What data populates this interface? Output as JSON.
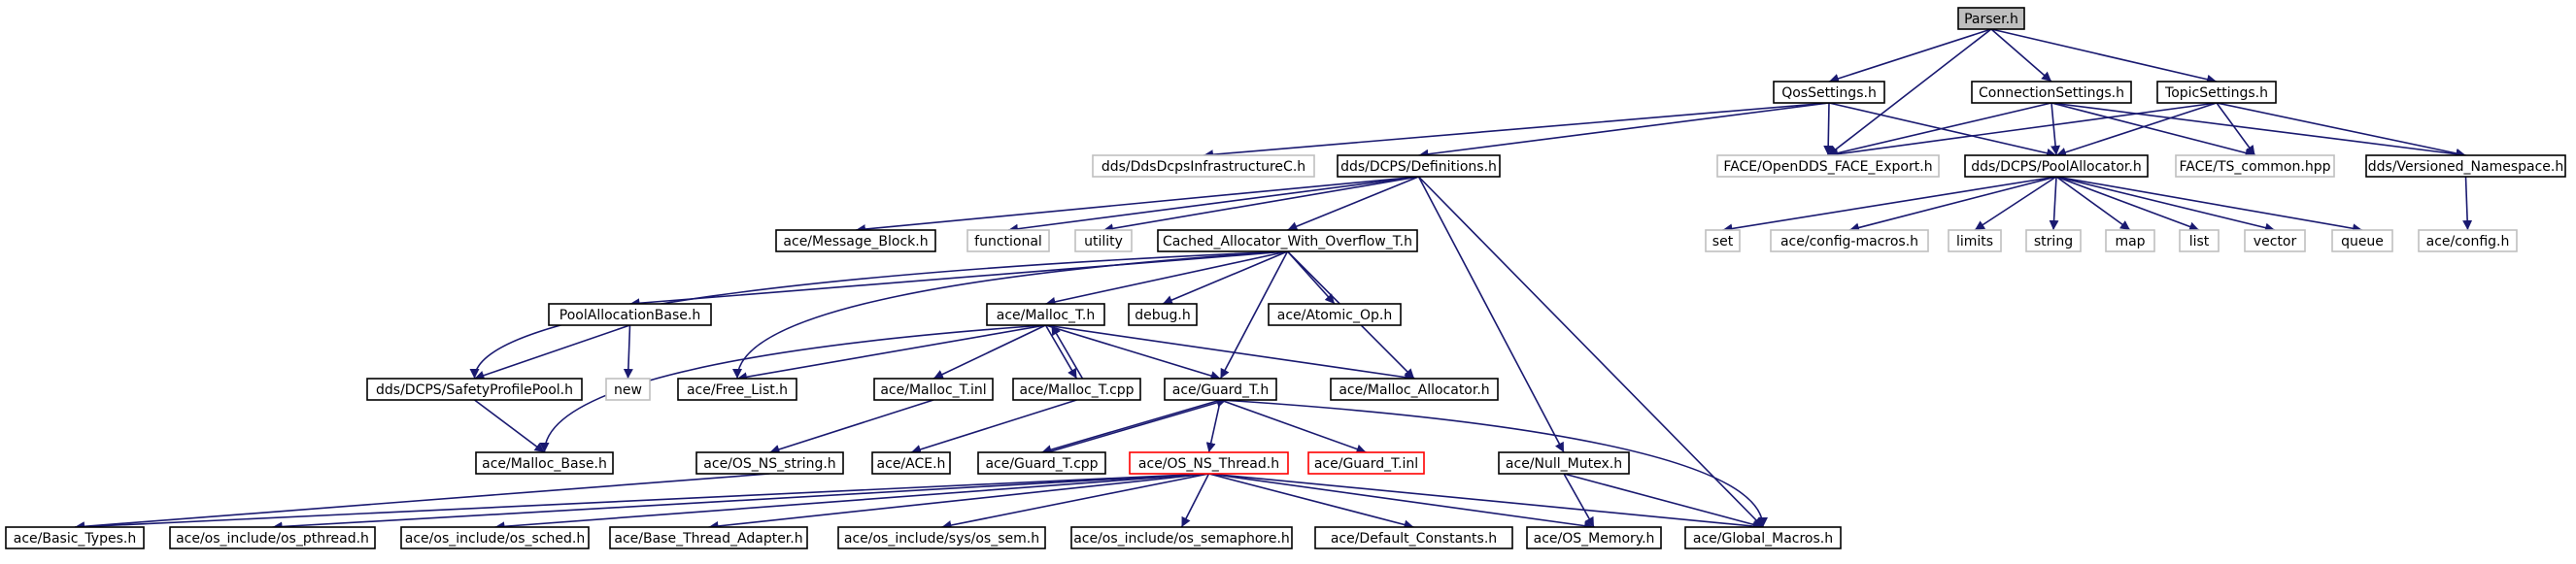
{
  "colors": {
    "edge": "#191970",
    "root_fill": "#bfbfbf",
    "normal_border": "#000000",
    "external_border": "#bfbfbf",
    "highlight_border": "#ff0000",
    "background": "#ffffff"
  },
  "nodes": [
    {
      "id": "parser",
      "label": "Parser.h",
      "style": "root"
    },
    {
      "id": "qos",
      "label": "QosSettings.h",
      "style": "normal"
    },
    {
      "id": "conn",
      "label": "ConnectionSettings.h",
      "style": "normal"
    },
    {
      "id": "topic",
      "label": "TopicSettings.h",
      "style": "normal"
    },
    {
      "id": "infra",
      "label": "dds/DdsDcpsInfrastructureC.h",
      "style": "external"
    },
    {
      "id": "defs",
      "label": "dds/DCPS/Definitions.h",
      "style": "normal"
    },
    {
      "id": "face_export",
      "label": "FACE/OpenDDS_FACE_Export.h",
      "style": "external"
    },
    {
      "id": "pool_alloc",
      "label": "dds/DCPS/PoolAllocator.h",
      "style": "normal"
    },
    {
      "id": "ts_common",
      "label": "FACE/TS_common.hpp",
      "style": "external"
    },
    {
      "id": "versioned_ns",
      "label": "dds/Versioned_Namespace.h",
      "style": "normal"
    },
    {
      "id": "msg_block",
      "label": "ace/Message_Block.h",
      "style": "normal"
    },
    {
      "id": "functional",
      "label": "functional",
      "style": "external"
    },
    {
      "id": "utility",
      "label": "utility",
      "style": "external"
    },
    {
      "id": "cached_alloc",
      "label": "Cached_Allocator_With_Overflow_T.h",
      "style": "normal"
    },
    {
      "id": "set",
      "label": "set",
      "style": "external"
    },
    {
      "id": "config_macros",
      "label": "ace/config-macros.h",
      "style": "external"
    },
    {
      "id": "limits",
      "label": "limits",
      "style": "external"
    },
    {
      "id": "string",
      "label": "string",
      "style": "external"
    },
    {
      "id": "map",
      "label": "map",
      "style": "external"
    },
    {
      "id": "list",
      "label": "list",
      "style": "external"
    },
    {
      "id": "vector",
      "label": "vector",
      "style": "external"
    },
    {
      "id": "queue",
      "label": "queue",
      "style": "external"
    },
    {
      "id": "config",
      "label": "ace/config.h",
      "style": "external"
    },
    {
      "id": "pool_alloc_base",
      "label": "PoolAllocationBase.h",
      "style": "normal"
    },
    {
      "id": "malloc_t_h",
      "label": "ace/Malloc_T.h",
      "style": "normal"
    },
    {
      "id": "debug",
      "label": "debug.h",
      "style": "normal"
    },
    {
      "id": "atomic_op",
      "label": "ace/Atomic_Op.h",
      "style": "normal"
    },
    {
      "id": "safety_pool",
      "label": "dds/DCPS/SafetyProfilePool.h",
      "style": "normal"
    },
    {
      "id": "new",
      "label": "new",
      "style": "external"
    },
    {
      "id": "free_list",
      "label": "ace/Free_List.h",
      "style": "normal"
    },
    {
      "id": "malloc_t_inl",
      "label": "ace/Malloc_T.inl",
      "style": "normal"
    },
    {
      "id": "malloc_t_cpp",
      "label": "ace/Malloc_T.cpp",
      "style": "normal"
    },
    {
      "id": "guard_t_h",
      "label": "ace/Guard_T.h",
      "style": "normal"
    },
    {
      "id": "malloc_allocator",
      "label": "ace/Malloc_Allocator.h",
      "style": "normal"
    },
    {
      "id": "null_mutex",
      "label": "ace/Null_Mutex.h",
      "style": "normal"
    },
    {
      "id": "malloc_base",
      "label": "ace/Malloc_Base.h",
      "style": "normal"
    },
    {
      "id": "os_ns_string",
      "label": "ace/OS_NS_string.h",
      "style": "normal"
    },
    {
      "id": "ace_h",
      "label": "ace/ACE.h",
      "style": "normal"
    },
    {
      "id": "guard_t_cpp",
      "label": "ace/Guard_T.cpp",
      "style": "normal"
    },
    {
      "id": "os_ns_thread",
      "label": "ace/OS_NS_Thread.h",
      "style": "highlight"
    },
    {
      "id": "guard_t_inl",
      "label": "ace/Guard_T.inl",
      "style": "highlight"
    },
    {
      "id": "basic_types",
      "label": "ace/Basic_Types.h",
      "style": "normal"
    },
    {
      "id": "os_pthread",
      "label": "ace/os_include/os_pthread.h",
      "style": "normal"
    },
    {
      "id": "os_sched",
      "label": "ace/os_include/os_sched.h",
      "style": "normal"
    },
    {
      "id": "base_thread_adapter",
      "label": "ace/Base_Thread_Adapter.h",
      "style": "normal"
    },
    {
      "id": "os_sem",
      "label": "ace/os_include/sys/os_sem.h",
      "style": "normal"
    },
    {
      "id": "os_semaphore",
      "label": "ace/os_include/os_semaphore.h",
      "style": "normal"
    },
    {
      "id": "default_constants",
      "label": "ace/Default_Constants.h",
      "style": "normal"
    },
    {
      "id": "os_memory",
      "label": "ace/OS_Memory.h",
      "style": "normal"
    },
    {
      "id": "global_macros",
      "label": "ace/Global_Macros.h",
      "style": "normal"
    }
  ],
  "edges": [
    [
      "parser",
      "qos"
    ],
    [
      "parser",
      "face_export"
    ],
    [
      "parser",
      "conn"
    ],
    [
      "parser",
      "topic"
    ],
    [
      "qos",
      "infra"
    ],
    [
      "qos",
      "defs"
    ],
    [
      "qos",
      "face_export"
    ],
    [
      "qos",
      "pool_alloc"
    ],
    [
      "conn",
      "face_export"
    ],
    [
      "conn",
      "pool_alloc"
    ],
    [
      "conn",
      "ts_common"
    ],
    [
      "conn",
      "versioned_ns"
    ],
    [
      "topic",
      "face_export"
    ],
    [
      "topic",
      "pool_alloc"
    ],
    [
      "topic",
      "ts_common"
    ],
    [
      "topic",
      "versioned_ns"
    ],
    [
      "defs",
      "msg_block"
    ],
    [
      "defs",
      "functional"
    ],
    [
      "defs",
      "utility"
    ],
    [
      "defs",
      "cached_alloc"
    ],
    [
      "defs",
      "null_mutex"
    ],
    [
      "defs",
      "global_macros"
    ],
    [
      "pool_alloc",
      "set"
    ],
    [
      "pool_alloc",
      "config_macros"
    ],
    [
      "pool_alloc",
      "limits"
    ],
    [
      "pool_alloc",
      "string"
    ],
    [
      "pool_alloc",
      "map"
    ],
    [
      "pool_alloc",
      "list"
    ],
    [
      "pool_alloc",
      "vector"
    ],
    [
      "pool_alloc",
      "queue"
    ],
    [
      "versioned_ns",
      "config"
    ],
    [
      "cached_alloc",
      "pool_alloc_base"
    ],
    [
      "cached_alloc",
      "safety_pool"
    ],
    [
      "cached_alloc",
      "free_list"
    ],
    [
      "cached_alloc",
      "malloc_t_h"
    ],
    [
      "cached_alloc",
      "debug"
    ],
    [
      "cached_alloc",
      "atomic_op"
    ],
    [
      "cached_alloc",
      "guard_t_h"
    ],
    [
      "cached_alloc",
      "malloc_allocator"
    ],
    [
      "pool_alloc_base",
      "safety_pool"
    ],
    [
      "pool_alloc_base",
      "new"
    ],
    [
      "malloc_t_h",
      "free_list"
    ],
    [
      "malloc_t_h",
      "malloc_base"
    ],
    [
      "malloc_t_h",
      "malloc_t_inl"
    ],
    [
      "malloc_t_h",
      "malloc_t_cpp"
    ],
    [
      "malloc_t_h",
      "guard_t_h"
    ],
    [
      "malloc_t_h",
      "malloc_allocator"
    ],
    [
      "malloc_t_cpp",
      "malloc_t_h"
    ],
    [
      "malloc_t_cpp",
      "ace_h"
    ],
    [
      "safety_pool",
      "malloc_base"
    ],
    [
      "malloc_t_inl",
      "os_ns_string"
    ],
    [
      "guard_t_h",
      "guard_t_cpp"
    ],
    [
      "guard_t_cpp",
      "guard_t_h"
    ],
    [
      "guard_t_h",
      "os_ns_thread"
    ],
    [
      "guard_t_h",
      "guard_t_inl"
    ],
    [
      "guard_t_h",
      "global_macros"
    ],
    [
      "null_mutex",
      "os_memory"
    ],
    [
      "null_mutex",
      "global_macros"
    ],
    [
      "os_ns_string",
      "basic_types"
    ],
    [
      "os_ns_thread",
      "basic_types"
    ],
    [
      "os_ns_thread",
      "os_pthread"
    ],
    [
      "os_ns_thread",
      "os_sched"
    ],
    [
      "os_ns_thread",
      "base_thread_adapter"
    ],
    [
      "os_ns_thread",
      "os_sem"
    ],
    [
      "os_ns_thread",
      "os_semaphore"
    ],
    [
      "os_ns_thread",
      "default_constants"
    ],
    [
      "os_ns_thread",
      "os_memory"
    ],
    [
      "os_ns_thread",
      "global_macros"
    ]
  ]
}
